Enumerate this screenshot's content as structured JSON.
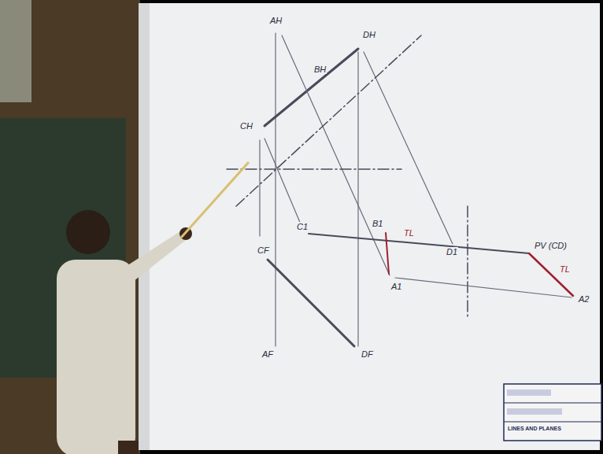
{
  "diagram": {
    "labels": [
      "AH",
      "DH",
      "BH",
      "CH",
      "CF",
      "AF",
      "DF",
      "C1",
      "B1",
      "TL",
      "D1",
      "A1",
      "PV (CD)",
      "TL",
      "A2",
      "LINES AND PLANES"
    ]
  }
}
